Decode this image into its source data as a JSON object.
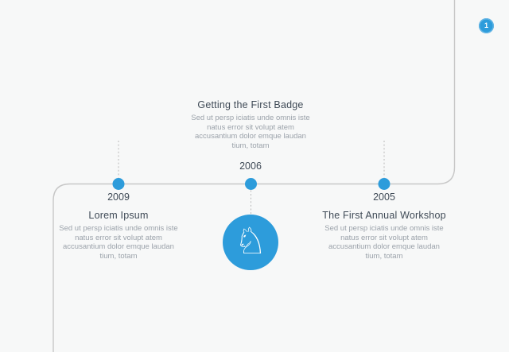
{
  "colors": {
    "background": "#f7f8f8",
    "accent": "#2d9cdb",
    "accent_light": "#5fb3e4",
    "line": "#c7c7c7",
    "dash": "#b9b9b9",
    "heading": "#3f4a56",
    "body": "#9ba2aa",
    "icon_white": "#ffffff"
  },
  "slide_badge": {
    "label": "1"
  },
  "milestone_icon": {
    "name": "chess-knight-icon",
    "glyph": "♘"
  },
  "timeline": {
    "events": [
      {
        "year": "2009",
        "title": "Lorem Ipsum",
        "description": "Sed ut persp iciatis unde omnis iste\nnatus error sit volupt atem\naccusantium dolor emque laudan\ntium, totam",
        "side": "below"
      },
      {
        "year": "2006",
        "title": "Getting the First Badge",
        "description": "Sed ut persp iciatis unde omnis iste\nnatus error sit volupt atem\naccusantium dolor emque laudan\ntium, totam",
        "side": "above"
      },
      {
        "year": "2005",
        "title": "The First Annual Workshop",
        "description": "Sed ut persp iciatis unde omnis iste\nnatus error sit volupt atem\naccusantium dolor emque laudan\ntium, totam",
        "side": "below"
      }
    ]
  }
}
